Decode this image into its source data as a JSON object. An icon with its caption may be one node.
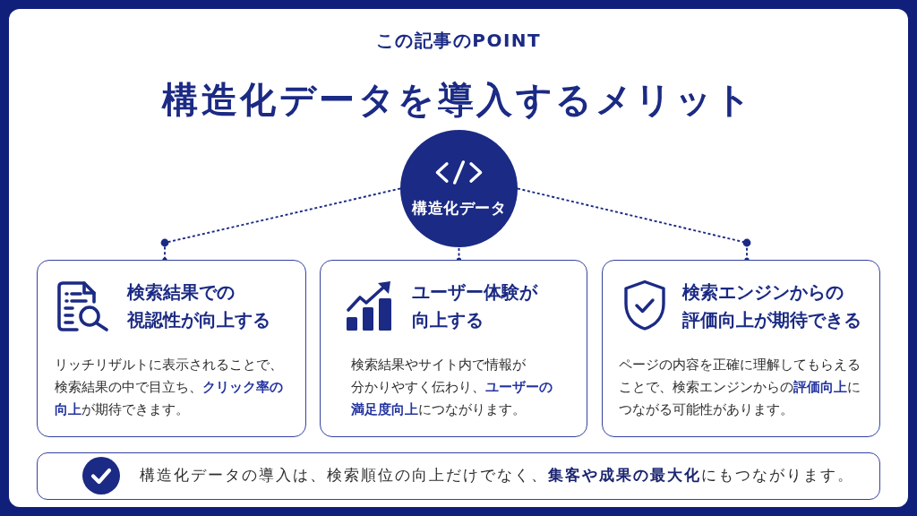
{
  "diagram": {
    "title": "構造化データを導入するメリット",
    "nodes": [
      {
        "text": [
          "構造化データ"
        ]
      },
      {
        "text": [
          "検索結果での視認性が向上する",
          "リッチリザルトに表示されることで、検索結果の中で目立ち、**クリック率の向上**が期待できます。"
        ]
      },
      {
        "text": [
          "ユーザー体験が向上する",
          "検索結果やサイト内で情報が分かりやすく伝わり、**ユーザーの満足度向上**につながります。"
        ]
      },
      {
        "text": [
          "検索エンジンからの評価向上が期待できる",
          "ページの内容を正確に理解してもらえることで、検索エンジンからの**評価向上**につながる可能性があります。"
        ]
      },
      {
        "text": [
          "構造化データの導入は、検索順位の向上だけでなく、**集客や成果の最大化**にもつながります。"
        ]
      }
    ],
    "edges": [
      {
        "from": 0,
        "to": 1,
        "arrow": "other",
        "style": "dashed"
      },
      {
        "from": 0,
        "to": 2,
        "arrow": "other",
        "style": "dashed"
      },
      {
        "from": 0,
        "to": 3,
        "arrow": "other",
        "style": "dashed"
      }
    ],
    "labels": [
      "この記事のPOINT"
    ]
  }
}
